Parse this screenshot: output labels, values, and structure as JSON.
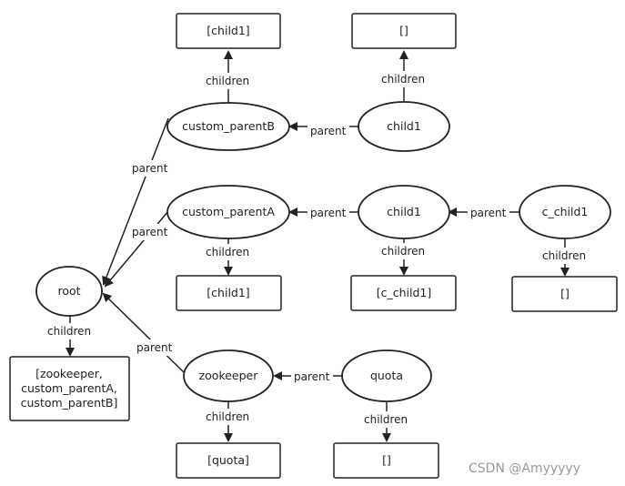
{
  "nodes": {
    "root": {
      "label": "root"
    },
    "root_value": {
      "lines": [
        "[zookeeper,",
        "custom_parentA,",
        "custom_parentB]"
      ]
    },
    "custom_parentB": {
      "label": "custom_parentB"
    },
    "custom_parentB_value": {
      "label": "[child1]"
    },
    "child1_B": {
      "label": "child1"
    },
    "child1_B_value": {
      "label": "[]"
    },
    "custom_parentA": {
      "label": "custom_parentA"
    },
    "custom_parentA_value": {
      "label": "[child1]"
    },
    "child1_A": {
      "label": "child1"
    },
    "child1_A_value": {
      "label": "[c_child1]"
    },
    "c_child1": {
      "label": "c_child1"
    },
    "c_child1_value": {
      "label": "[]"
    },
    "zookeeper": {
      "label": "zookeeper"
    },
    "zookeeper_value": {
      "label": "[quota]"
    },
    "quota": {
      "label": "quota"
    },
    "quota_value": {
      "label": "[]"
    }
  },
  "edges": {
    "parent_label": "parent",
    "children_label": "children"
  },
  "watermark": "CSDN @Amyyyyy"
}
